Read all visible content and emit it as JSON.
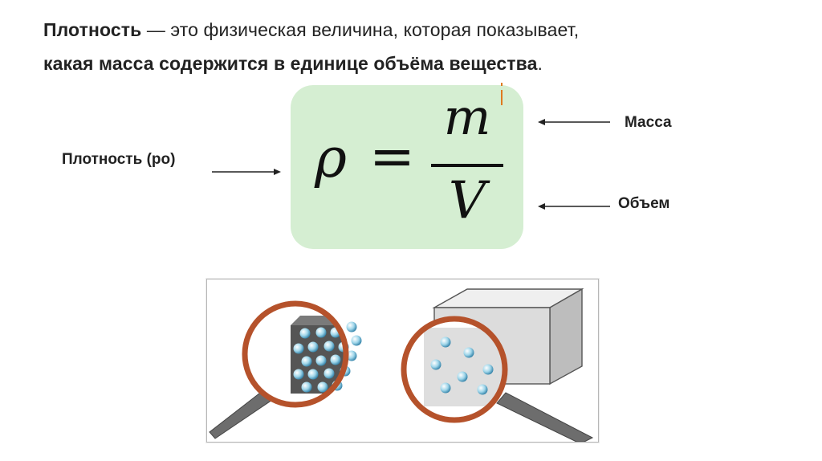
{
  "definition": {
    "term": "Плотность",
    "rest_line1": " — это физическая величина, которая показывает,",
    "line2_bold": "какая масса содержится в единице объёма вещества",
    "line2_end": "."
  },
  "formula": {
    "lhs": "ρ",
    "equals": "=",
    "numerator": "m",
    "denominator": "V",
    "box_color": "#d5eed2"
  },
  "labels": {
    "density": "Плотность (ро)",
    "mass": "Масса",
    "volume": "Объем"
  },
  "colors": {
    "magnifier_ring": "#b5522b",
    "particle": "#9fd6ea",
    "cursor": "#e07a1f"
  },
  "illustration": {
    "left_magnifier": "dense-substance",
    "right_magnifier": "sparse-substance"
  }
}
